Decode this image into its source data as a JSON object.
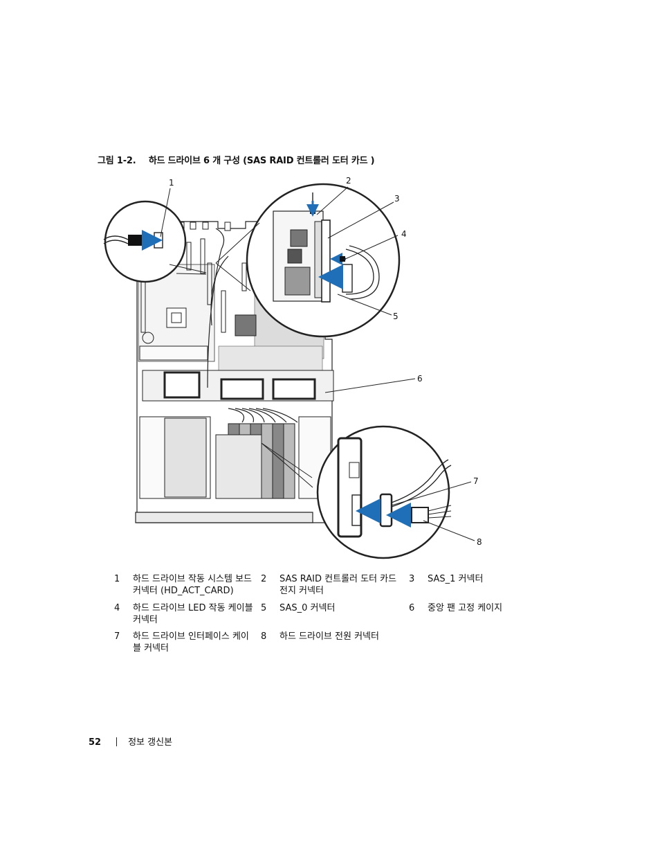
{
  "figure": {
    "label": "그림 1-2.",
    "title": "하드 드라이브 6 개 구성 (SAS RAID 컨트롤러 도터 카드 )",
    "callouts": [
      "1",
      "2",
      "3",
      "4",
      "5",
      "6",
      "7",
      "8"
    ]
  },
  "legend": [
    {
      "num": "1",
      "text": "하드 드라이브 작동 시스템 보드 커넥터 (HD_ACT_CARD)"
    },
    {
      "num": "2",
      "text": "SAS RAID 컨트롤러 도터 카드 전지 커넥터"
    },
    {
      "num": "3",
      "text": "SAS_1 커넥터"
    },
    {
      "num": "4",
      "text": "하드 드라이브 LED 작동 케이블 커넥터"
    },
    {
      "num": "5",
      "text": "SAS_0 커넥터"
    },
    {
      "num": "6",
      "text": "중앙 팬 고정 케이지"
    },
    {
      "num": "7",
      "text": "하드 드라이브 인터페이스 케이블 커넥터"
    },
    {
      "num": "8",
      "text": "하드 드라이브 전원 커넥터"
    }
  ],
  "footer": {
    "page_number": "52",
    "section": "정보 갱신본"
  },
  "colors": {
    "arrow": "#1f6fb8",
    "line": "#222222",
    "shade": "#d9d9d9"
  }
}
